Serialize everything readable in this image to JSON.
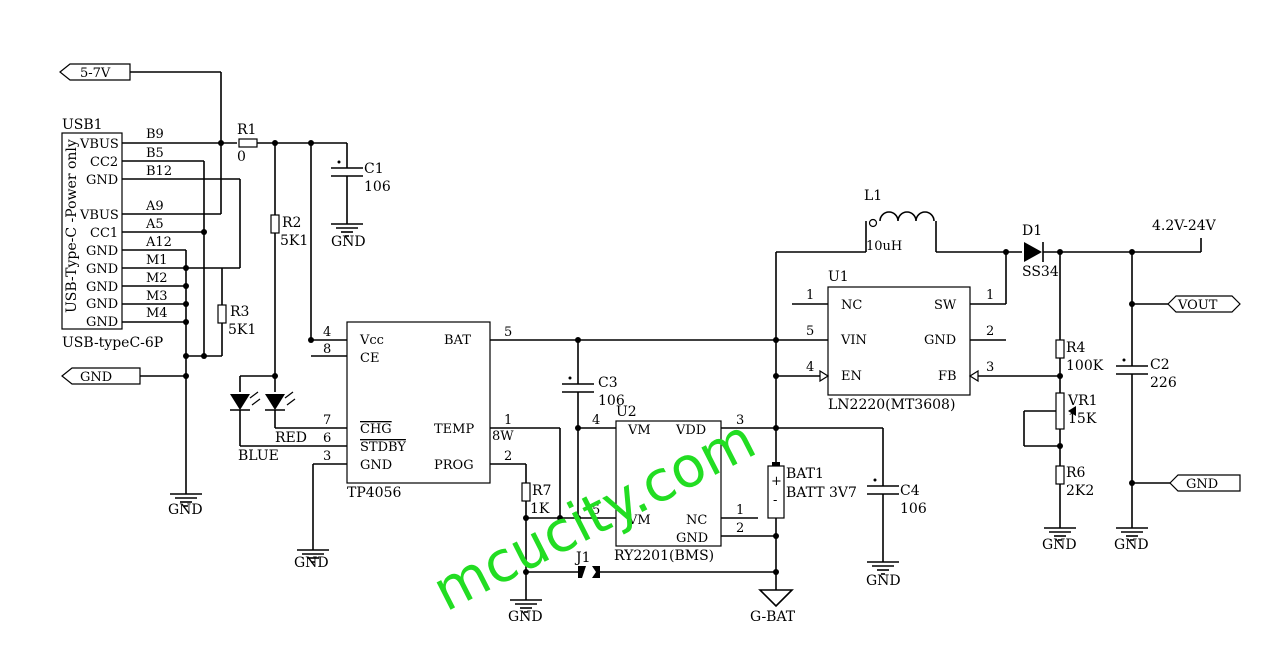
{
  "ports": {
    "in": "5-7V",
    "gnd_left": "GND",
    "vout": "VOUT",
    "gnd_right": "GND",
    "out_range": "4.2V-24V"
  },
  "usb": {
    "ref": "USB1",
    "part": "USB-typeC-6P",
    "side_label": "USB-Type-C -Power only",
    "pins": [
      {
        "name": "VBUS",
        "num": "B9"
      },
      {
        "name": "CC2",
        "num": "B5"
      },
      {
        "name": "GND",
        "num": "B12"
      },
      {
        "name": "VBUS",
        "num": "A9"
      },
      {
        "name": "CC1",
        "num": "A5"
      },
      {
        "name": "GND",
        "num": "A12"
      },
      {
        "name": "GND",
        "num": "M1"
      },
      {
        "name": "GND",
        "num": "M2"
      },
      {
        "name": "GND",
        "num": "M3"
      },
      {
        "name": "GND",
        "num": "M4"
      }
    ]
  },
  "components": {
    "r1": {
      "ref": "R1",
      "val": "0"
    },
    "r2": {
      "ref": "R2",
      "val": "5K1"
    },
    "r3": {
      "ref": "R3",
      "val": "5K1"
    },
    "c1": {
      "ref": "C1",
      "val": "106"
    },
    "c3": {
      "ref": "C3",
      "val": "106"
    },
    "c4": {
      "ref": "C4",
      "val": "106"
    },
    "c2": {
      "ref": "C2",
      "val": "226"
    },
    "r7": {
      "ref": "R7",
      "val": "1K"
    },
    "r4": {
      "ref": "R4",
      "val": "100K"
    },
    "vr1": {
      "ref": "VR1",
      "val": "15K"
    },
    "r6": {
      "ref": "R6",
      "val": "2K2"
    },
    "l1": {
      "ref": "L1",
      "val": "10uH"
    },
    "d1": {
      "ref": "D1",
      "val": "SS34"
    },
    "j1": {
      "ref": "J1"
    },
    "bat1": {
      "ref": "BAT1",
      "val": "BATT 3V7",
      "plus": "+",
      "minus": "-"
    },
    "led_red": "RED",
    "led_blue": "BLUE"
  },
  "tp4056": {
    "name": "TP4056",
    "left_pins": [
      {
        "num": "4",
        "name": "Vcc"
      },
      {
        "num": "8",
        "name": "CE"
      },
      {
        "num": "7",
        "name": "CHG"
      },
      {
        "num": "6",
        "name": "STDBY"
      },
      {
        "num": "3",
        "name": "GND"
      }
    ],
    "right_pins": [
      {
        "num": "5",
        "name": "BAT"
      },
      {
        "num": "1",
        "name": "TEMP"
      },
      {
        "num": "2",
        "name": "PROG"
      }
    ],
    "temp_note": "8W"
  },
  "u2": {
    "ref": "U2",
    "part": "RY2201(BMS)",
    "pins": [
      {
        "num": "4",
        "name": "VM"
      },
      {
        "num": "3",
        "name": "VDD"
      },
      {
        "num": "5",
        "name": "VM"
      },
      {
        "num": "1",
        "name": "NC"
      },
      {
        "num": "2",
        "name": "GND"
      }
    ]
  },
  "u1": {
    "ref": "U1",
    "part": "LN2220(MT3608)",
    "left_pins": [
      {
        "num": "1",
        "name": "NC"
      },
      {
        "num": "5",
        "name": "VIN"
      },
      {
        "num": "4",
        "name": "EN"
      }
    ],
    "right_pins": [
      {
        "num": "1",
        "name": "SW"
      },
      {
        "num": "2",
        "name": "GND"
      },
      {
        "num": "3",
        "name": "FB"
      }
    ]
  },
  "gnd_labels": {
    "c1": "GND",
    "left": "GND",
    "tp": "GND",
    "r7": "GND",
    "c4": "GND",
    "r6": "GND",
    "c2": "GND",
    "bat": "G-BAT"
  },
  "watermark": "mcucity.com"
}
